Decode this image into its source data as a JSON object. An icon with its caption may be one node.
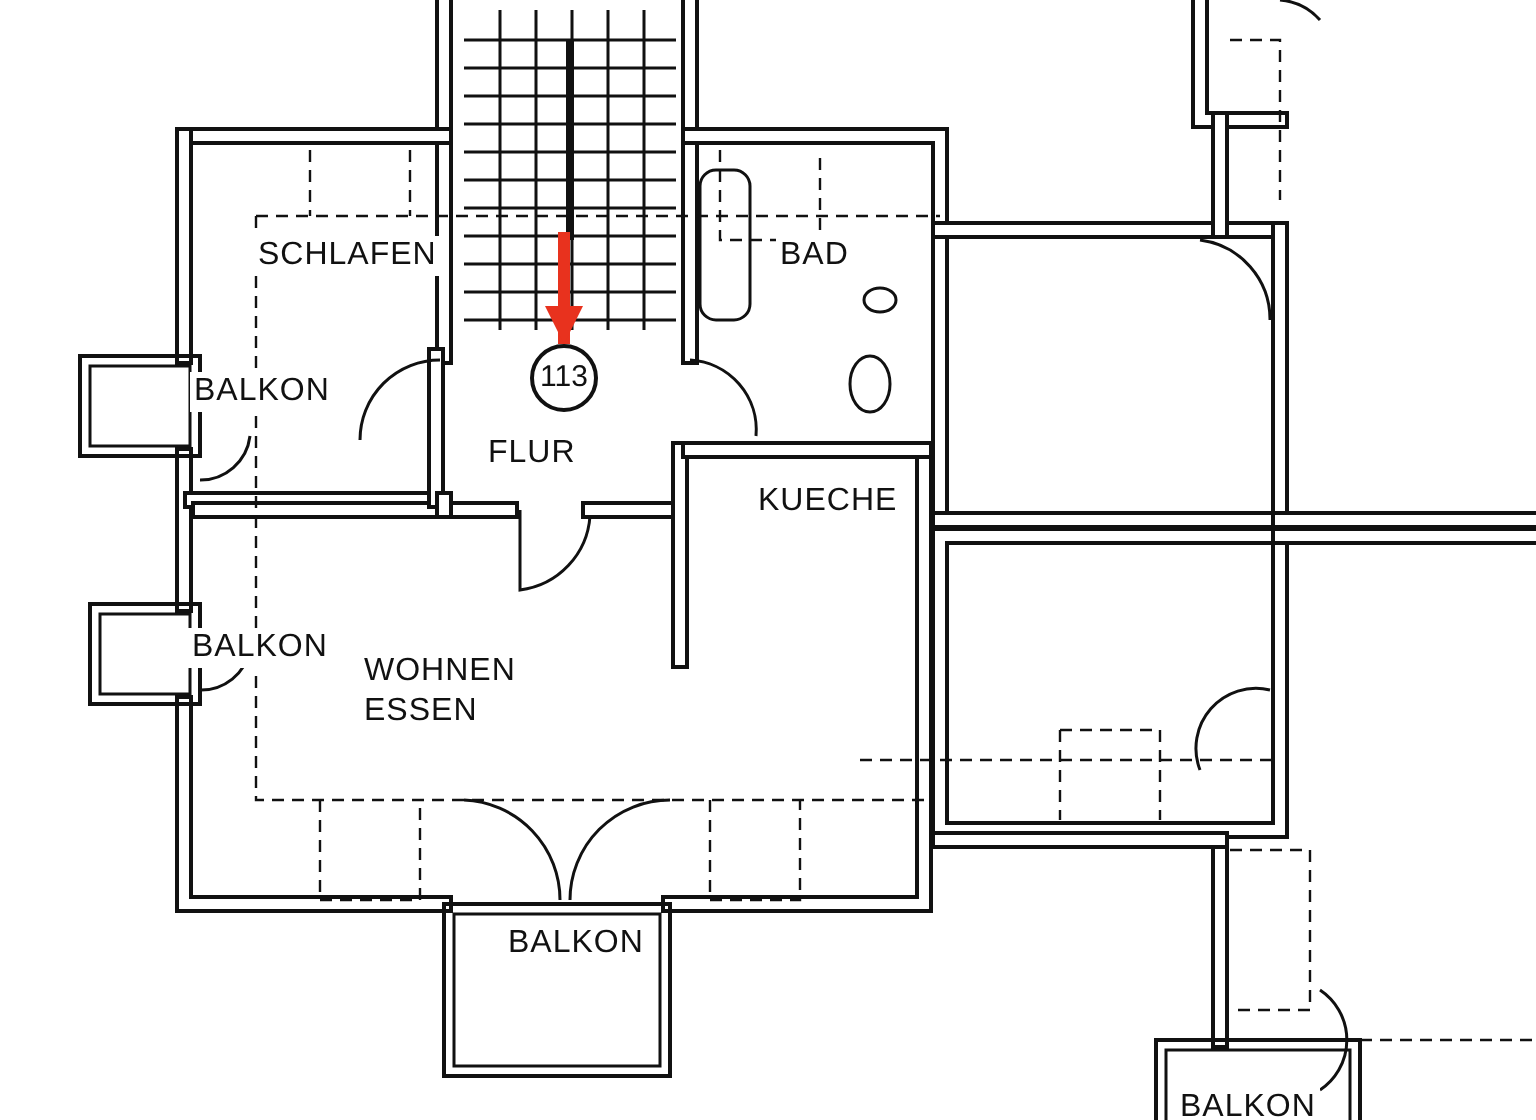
{
  "diagram": {
    "nodes": [
      {
        "text": [
          "SCHLAFEN"
        ]
      },
      {
        "text": [
          "BAD"
        ]
      },
      {
        "text": [
          "BALKON"
        ]
      },
      {
        "text": [
          "FLUR"
        ]
      },
      {
        "text": [
          "113"
        ]
      },
      {
        "text": [
          "KUECHE"
        ]
      },
      {
        "text": [
          "BALKON"
        ]
      },
      {
        "text": [
          "WOHNEN ESSEN"
        ]
      },
      {
        "text": [
          "BALKON"
        ]
      },
      {
        "text": [
          "BALKON"
        ]
      }
    ],
    "edges": [
      {
        "from": null,
        "to": 4,
        "arrow": "to",
        "color": "#e8321e"
      }
    ]
  }
}
